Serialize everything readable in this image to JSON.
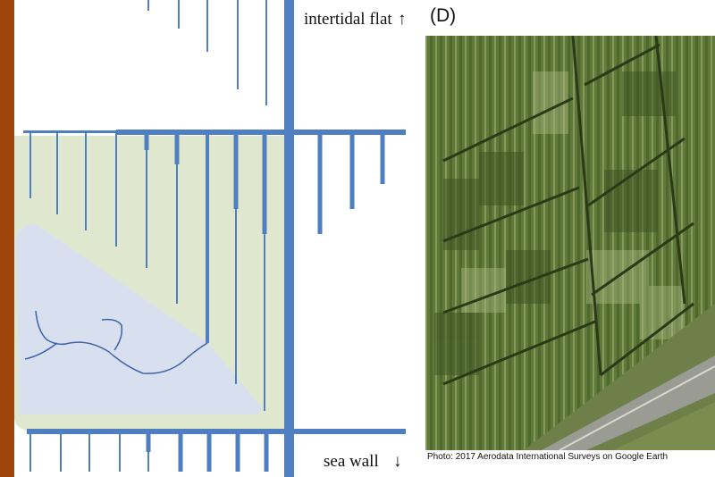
{
  "diagram": {
    "label_top": "intertidal flat",
    "label_bottom": "sea wall",
    "arrow_up": "↑",
    "arrow_down": "↓",
    "colors": {
      "ditch": "#4f7fc1",
      "wall": "#a0440c",
      "vegetation": "#dfe8cf",
      "pond": "#d8e0ef",
      "creek": "#3f63a8"
    }
  },
  "photo": {
    "panel_label": "(D)",
    "credit": "Photo: 2017 Aerodata International Surveys on Google Earth",
    "colors": {
      "field": "#5f7a38",
      "field_dark": "#3c5222",
      "road": "#9a9c94"
    }
  }
}
